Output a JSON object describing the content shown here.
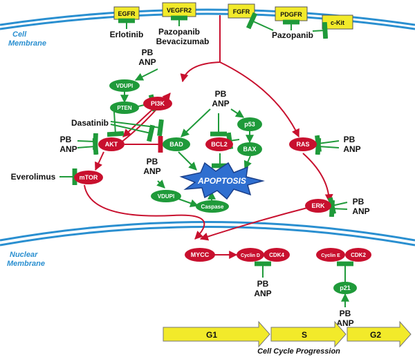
{
  "colors": {
    "membrane": "#2a8fd0",
    "activation": "#c8102e",
    "inhibition": "#1f9a3a",
    "receptor_box": "#f2ea2a",
    "phase_arrow": "#f2ea2a",
    "apoptosis_star": "#2f6fd0"
  },
  "membranes": {
    "cell": [
      "Cell",
      "Membrane"
    ],
    "nuclear": [
      "Nuclear",
      "Membrane"
    ]
  },
  "receptors": [
    "EGFR",
    "VEGFR2",
    "FGFR",
    "PDGFR",
    "c-Kit"
  ],
  "drugs": {
    "erlotinib": "Erlotinib",
    "pazopanib_left": "Pazopanib",
    "bevacizumab": "Bevacizumab",
    "pazopanib_right": "Pazopanib",
    "dasatinib": "Dasatinib",
    "everolimus": "Everolimus"
  },
  "treatment": {
    "pb": "PB",
    "anp": "ANP"
  },
  "nodes": {
    "vdupi_top": "VDUPI",
    "pten": "PTEN",
    "pi3k": "PI3K",
    "akt": "AKT",
    "mtor": "mTOR",
    "bad": "BAD",
    "bcl2": "BCL2",
    "p53": "p53",
    "bax": "BAX",
    "ras": "RAS",
    "erk": "ERK",
    "vdupi_bottom": "VDUPI",
    "caspase": "Caspase",
    "myc": "MYCC",
    "cyclin_d": "Cyclin D",
    "cdk4": "CDK4",
    "cyclin_e": "Cyclin E",
    "cdk2": "CDK2",
    "p21": "p21"
  },
  "apoptosis": "APOPTOSIS",
  "cell_cycle": {
    "phases": [
      "G1",
      "S",
      "G2"
    ],
    "caption": "Cell Cycle Progression"
  }
}
